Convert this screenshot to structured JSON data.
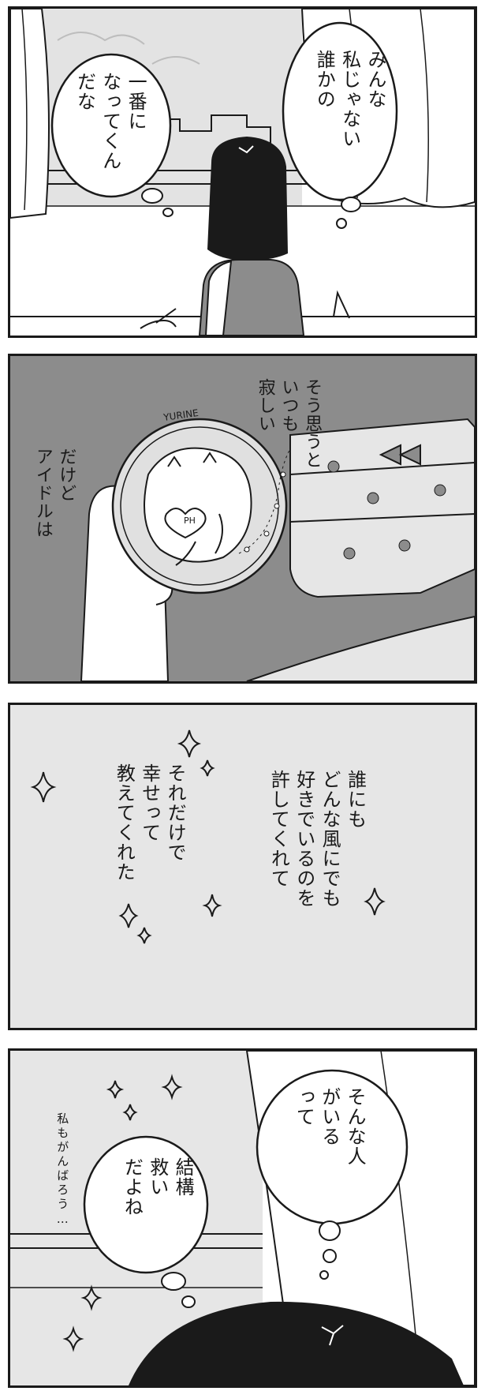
{
  "panels": [
    {
      "bubbles": {
        "right": "みんな\n私じゃない\n誰かの",
        "left": "一番に\nなってくん\nだな"
      }
    },
    {
      "text": {
        "top": "そう思うと\nいつも\n寂しい",
        "left": "だけど\nアイドルは"
      },
      "badge_label": "YURINE",
      "charm_label": "PH"
    },
    {
      "text": {
        "right": "誰にも\nどんな風にでも\n好きでいるのを\n許してくれて",
        "left": "それだけで\n幸せって\n教えてくれた"
      }
    },
    {
      "bubbles": {
        "right": "そんな人\nがいる\nって",
        "left": "結構\n救い\nだよね"
      },
      "handwritten": "私もがんばろう…"
    }
  ],
  "colors": {
    "ink": "#1a1a1a",
    "sky": "#e3e3e3",
    "tone_dark": "#8c8c8c",
    "tone_light": "#e6e6e6"
  }
}
